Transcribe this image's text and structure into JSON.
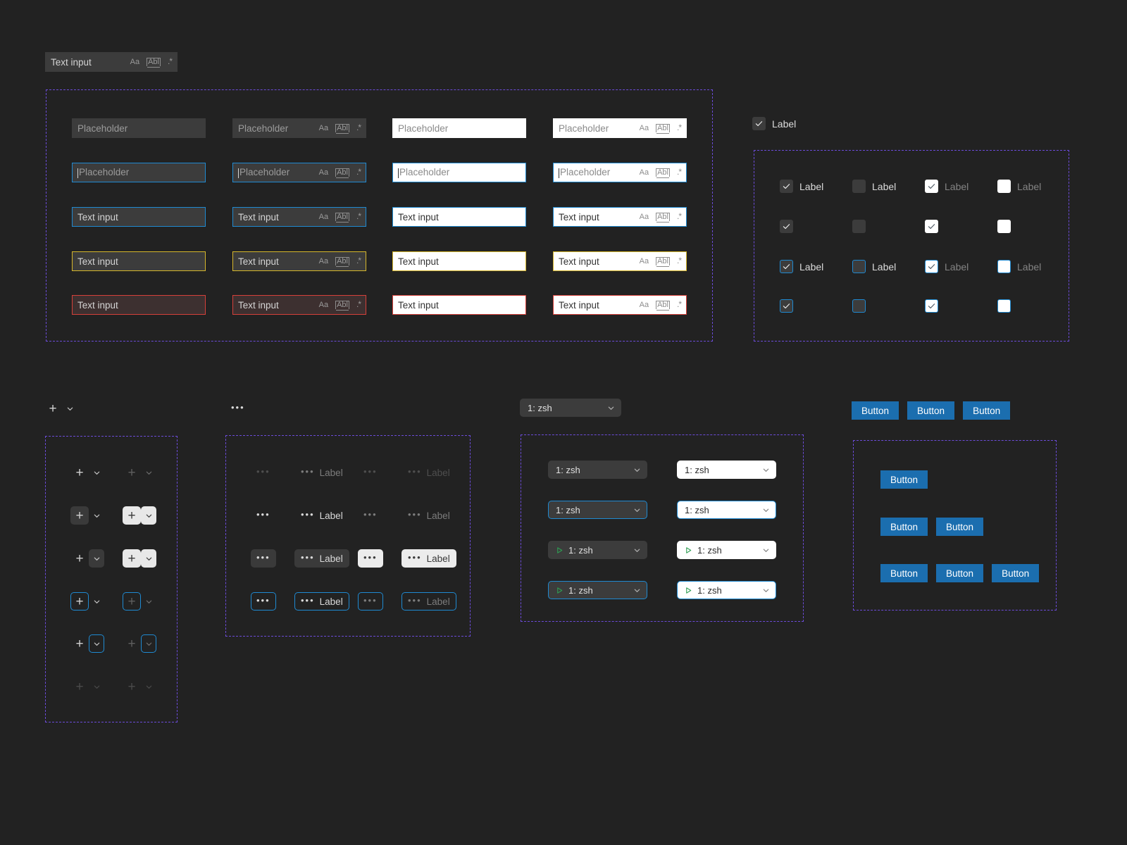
{
  "meta": {
    "background": "#222222",
    "accent_blue": "#1f8ad2",
    "button_blue": "#1b6eaf",
    "warning_yellow": "#d6b62b",
    "error_red": "#d6403a",
    "frame_purple": "#6b4bd8",
    "green_play": "#2e9e52"
  },
  "text_input_section": {
    "sample": {
      "value": "Text input",
      "tools": [
        "Aa",
        "Abl",
        ".*"
      ]
    },
    "tool_icons": {
      "match_case": "Aa",
      "whole_word": "Abl",
      "regex": ".*"
    },
    "columns": [
      {
        "id": "dark-plain",
        "fill": "dark",
        "tools": false
      },
      {
        "id": "dark-tools",
        "fill": "dark",
        "tools": true
      },
      {
        "id": "light-plain",
        "fill": "light",
        "tools": false
      },
      {
        "id": "light-tools",
        "fill": "light",
        "tools": true
      }
    ],
    "rows": [
      {
        "id": "default",
        "value": "Placeholder",
        "is_placeholder": true,
        "caret": false,
        "border": "none"
      },
      {
        "id": "focused",
        "value": "Placeholder",
        "is_placeholder": true,
        "caret": true,
        "border": "blue"
      },
      {
        "id": "filled",
        "value": "Text input",
        "is_placeholder": false,
        "caret": false,
        "border": "blue"
      },
      {
        "id": "warning",
        "value": "Text input",
        "is_placeholder": false,
        "caret": false,
        "border": "yellow"
      },
      {
        "id": "error",
        "value": "Text input",
        "is_placeholder": false,
        "caret": false,
        "border": "red"
      }
    ]
  },
  "checkbox_section": {
    "sample": {
      "label": "Label",
      "checked": true
    },
    "label_text": "Label",
    "rows": [
      {
        "id": "with-label-unfocused",
        "show_label": true,
        "cells": [
          {
            "fill": "dark",
            "checked": true,
            "ring": false,
            "label_dim": false
          },
          {
            "fill": "dark",
            "checked": false,
            "ring": false,
            "label_dim": false
          },
          {
            "fill": "white",
            "checked": true,
            "ring": false,
            "label_dim": true
          },
          {
            "fill": "white",
            "checked": false,
            "ring": false,
            "label_dim": true
          }
        ]
      },
      {
        "id": "no-label-unfocused",
        "show_label": false,
        "cells": [
          {
            "fill": "dark",
            "checked": true,
            "ring": false,
            "label_dim": false
          },
          {
            "fill": "dark",
            "checked": false,
            "ring": false,
            "label_dim": false
          },
          {
            "fill": "white",
            "checked": true,
            "ring": false,
            "label_dim": false
          },
          {
            "fill": "white",
            "checked": false,
            "ring": false,
            "label_dim": false
          }
        ]
      },
      {
        "id": "with-label-focused",
        "show_label": true,
        "cells": [
          {
            "fill": "dark",
            "checked": true,
            "ring": true,
            "label_dim": false
          },
          {
            "fill": "dark",
            "checked": false,
            "ring": true,
            "label_dim": false
          },
          {
            "fill": "white",
            "checked": true,
            "ring": true,
            "label_dim": true
          },
          {
            "fill": "white",
            "checked": false,
            "ring": true,
            "label_dim": true
          }
        ]
      },
      {
        "id": "no-label-focused",
        "show_label": false,
        "cells": [
          {
            "fill": "dark",
            "checked": true,
            "ring": true,
            "label_dim": false
          },
          {
            "fill": "dark",
            "checked": false,
            "ring": true,
            "label_dim": false
          },
          {
            "fill": "white",
            "checked": true,
            "ring": true,
            "label_dim": false
          },
          {
            "fill": "white",
            "checked": false,
            "ring": true,
            "label_dim": false
          }
        ]
      }
    ]
  },
  "plus_dropdown_section": {
    "sample": {
      "icon": "plus",
      "chevron": true
    },
    "rows": [
      {
        "id": "ghost",
        "left": {
          "bg": "none",
          "ring": false,
          "chev_bg": "none",
          "chev_ring": false,
          "tone": "normal"
        },
        "right": {
          "bg": "none",
          "ring": false,
          "chev_bg": "none",
          "chev_ring": false,
          "tone": "dim"
        }
      },
      {
        "id": "hover-plus",
        "left": {
          "bg": "dark",
          "ring": false,
          "chev_bg": "none",
          "chev_ring": false,
          "tone": "normal"
        },
        "right": {
          "bg": "light",
          "ring": false,
          "chev_bg": "light",
          "chev_ring": false,
          "tone": "dark"
        }
      },
      {
        "id": "hover-chevron",
        "left": {
          "bg": "none",
          "ring": false,
          "chev_bg": "dark",
          "chev_ring": false,
          "tone": "normal"
        },
        "right": {
          "bg": "light",
          "ring": false,
          "chev_bg": "light",
          "chev_ring": false,
          "tone": "dark"
        }
      },
      {
        "id": "focus-plus",
        "left": {
          "bg": "none",
          "ring": true,
          "chev_bg": "none",
          "chev_ring": false,
          "tone": "normal"
        },
        "right": {
          "bg": "none",
          "ring": true,
          "chev_bg": "none",
          "chev_ring": false,
          "tone": "dim"
        }
      },
      {
        "id": "focus-chevron",
        "left": {
          "bg": "none",
          "ring": false,
          "chev_bg": "none",
          "chev_ring": true,
          "tone": "normal"
        },
        "right": {
          "bg": "none",
          "ring": false,
          "chev_bg": "none",
          "chev_ring": true,
          "tone": "dim"
        }
      },
      {
        "id": "disabled",
        "left": {
          "bg": "none",
          "ring": false,
          "chev_bg": "none",
          "chev_ring": false,
          "tone": "dim2"
        },
        "right": {
          "bg": "none",
          "ring": false,
          "chev_bg": "none",
          "chev_ring": false,
          "tone": "dim2"
        }
      }
    ]
  },
  "ellipsis_section": {
    "sample": {
      "dots": "•••"
    },
    "label_text": "Label",
    "dots": "•••",
    "rows": [
      {
        "id": "disabled",
        "cells": [
          {
            "label": false,
            "bg": "none",
            "ring": false,
            "tone": "dim2"
          },
          {
            "label": true,
            "bg": "none",
            "ring": false,
            "tone": "dim"
          },
          {
            "label": false,
            "bg": "none",
            "ring": false,
            "tone": "dim2"
          },
          {
            "label": true,
            "bg": "none",
            "ring": false,
            "tone": "dim2"
          }
        ]
      },
      {
        "id": "default",
        "cells": [
          {
            "label": false,
            "bg": "none",
            "ring": false,
            "tone": "normal"
          },
          {
            "label": true,
            "bg": "none",
            "ring": false,
            "tone": "normal"
          },
          {
            "label": false,
            "bg": "none",
            "ring": false,
            "tone": "dim"
          },
          {
            "label": true,
            "bg": "none",
            "ring": false,
            "tone": "dim"
          }
        ]
      },
      {
        "id": "hover",
        "cells": [
          {
            "label": false,
            "bg": "dark",
            "ring": false,
            "tone": "normal"
          },
          {
            "label": true,
            "bg": "dark",
            "ring": false,
            "tone": "normal"
          },
          {
            "label": false,
            "bg": "light",
            "ring": false,
            "tone": "dark"
          },
          {
            "label": true,
            "bg": "light",
            "ring": false,
            "tone": "dark"
          }
        ]
      },
      {
        "id": "focused",
        "cells": [
          {
            "label": false,
            "bg": "none",
            "ring": true,
            "tone": "normal"
          },
          {
            "label": true,
            "bg": "none",
            "ring": true,
            "tone": "normal"
          },
          {
            "label": false,
            "bg": "none",
            "ring": true,
            "tone": "dim"
          },
          {
            "label": true,
            "bg": "none",
            "ring": true,
            "tone": "dim"
          }
        ]
      }
    ]
  },
  "select_section": {
    "sample": {
      "value": "1: zsh"
    },
    "value": "1: zsh",
    "rows": [
      {
        "id": "default",
        "play": false,
        "left": {
          "fill": "dark",
          "ring": false
        },
        "right": {
          "fill": "light",
          "ring": false
        }
      },
      {
        "id": "focused",
        "play": false,
        "left": {
          "fill": "dark",
          "ring": true
        },
        "right": {
          "fill": "light",
          "ring": true
        }
      },
      {
        "id": "with-icon",
        "play": true,
        "left": {
          "fill": "dark",
          "ring": false
        },
        "right": {
          "fill": "light",
          "ring": false
        }
      },
      {
        "id": "with-icon-focus",
        "play": true,
        "left": {
          "fill": "dark",
          "ring": true
        },
        "right": {
          "fill": "light",
          "ring": true
        }
      }
    ]
  },
  "button_section": {
    "label": "Button",
    "sample_row": [
      "Button",
      "Button",
      "Button"
    ],
    "rows": [
      [
        "Button"
      ],
      [
        "Button",
        "Button"
      ],
      [
        "Button",
        "Button",
        "Button"
      ]
    ]
  }
}
